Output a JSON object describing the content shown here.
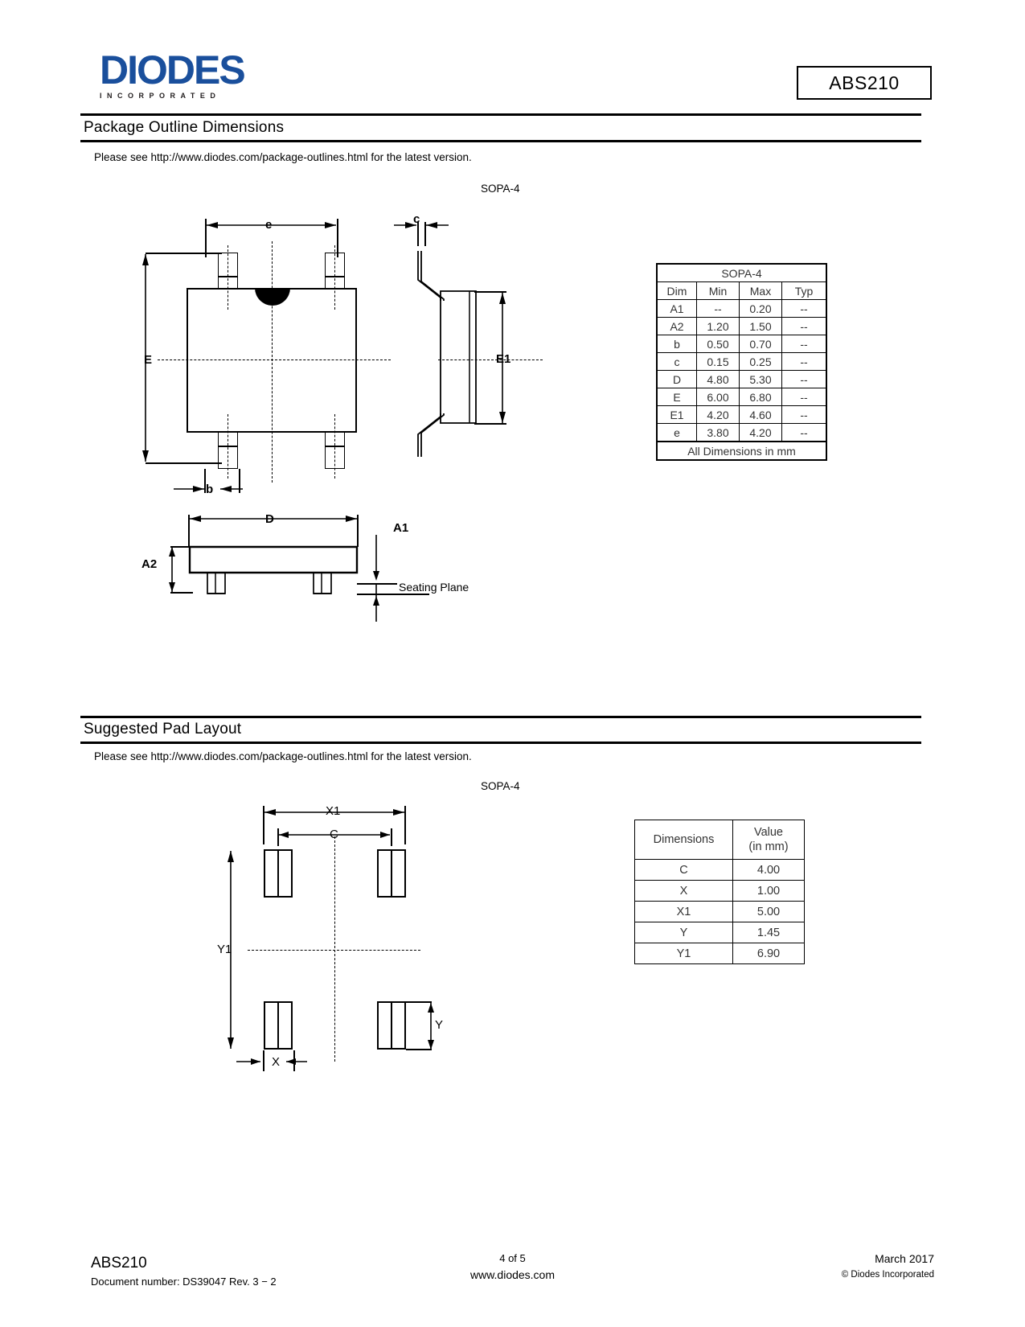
{
  "header": {
    "logo_text": "DIODES",
    "logo_sub": "INCORPORATED",
    "part_number": "ABS210",
    "brand_color": "#1a4f9c"
  },
  "sections": [
    {
      "title": "Package Outline Dimensions",
      "note": "Please see http://www.diodes.com/package-outlines.html for the latest version.",
      "package_name": "SOPA-4"
    },
    {
      "title": "Suggested Pad Layout",
      "note": "Please see http://www.diodes.com/package-outlines.html for the latest version.",
      "package_name": "SOPA-4"
    }
  ],
  "outline_drawing": {
    "labels": {
      "e": "e",
      "c": "c",
      "E": "E",
      "E1": "E1",
      "b": "b",
      "D": "D",
      "A1": "A1",
      "A2": "A2",
      "seating_plane": "Seating Plane"
    }
  },
  "dimension_table": {
    "title": "SOPA-4",
    "columns": [
      "Dim",
      "Min",
      "Max",
      "Typ"
    ],
    "rows": [
      {
        "dim": "A1",
        "min": "--",
        "max": "0.20",
        "typ": "--"
      },
      {
        "dim": "A2",
        "min": "1.20",
        "max": "1.50",
        "typ": "--"
      },
      {
        "dim": "b",
        "min": "0.50",
        "max": "0.70",
        "typ": "--"
      },
      {
        "dim": "c",
        "min": "0.15",
        "max": "0.25",
        "typ": "--"
      },
      {
        "dim": "D",
        "min": "4.80",
        "max": "5.30",
        "typ": "--"
      },
      {
        "dim": "E",
        "min": "6.00",
        "max": "6.80",
        "typ": "--"
      },
      {
        "dim": "E1",
        "min": "4.20",
        "max": "4.60",
        "typ": "--"
      },
      {
        "dim": "e",
        "min": "3.80",
        "max": "4.20",
        "typ": "--"
      }
    ],
    "footer_note": "All Dimensions in mm"
  },
  "pad_drawing": {
    "labels": {
      "X1": "X1",
      "C": "C",
      "Y1": "Y1",
      "Y": "Y",
      "X": "X"
    }
  },
  "pad_table": {
    "columns": [
      "Dimensions",
      "Value",
      "(in mm)"
    ],
    "rows": [
      {
        "dim": "C",
        "value": "4.00"
      },
      {
        "dim": "X",
        "value": "1.00"
      },
      {
        "dim": "X1",
        "value": "5.00"
      },
      {
        "dim": "Y",
        "value": "1.45"
      },
      {
        "dim": "Y1",
        "value": "6.90"
      }
    ]
  },
  "footer": {
    "part_number": "ABS210",
    "document_number": "Document number: DS39047  Rev. 3 − 2",
    "page": "4 of 5",
    "website": "www.diodes.com",
    "date": "March 2017",
    "copyright": "© Diodes Incorporated"
  }
}
